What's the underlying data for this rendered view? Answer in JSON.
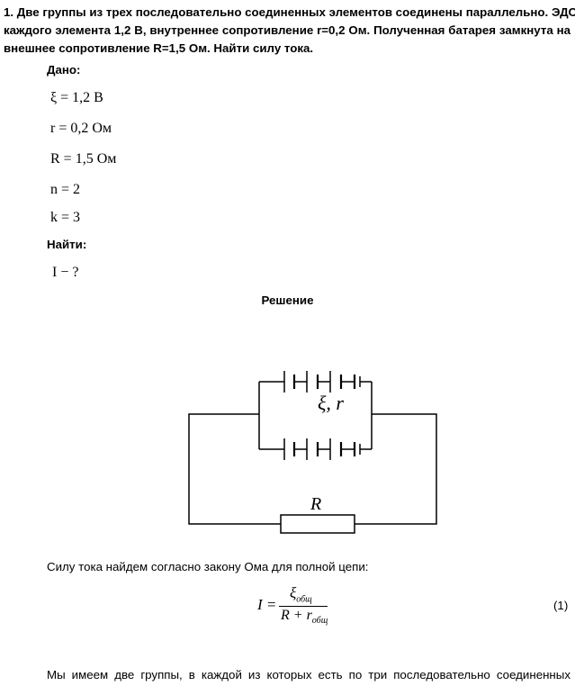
{
  "problem": {
    "lines": [
      "1. Две группы из трех последовательно соединенных элементов соединены параллельно. ЭДС",
      "каждого элемента 1,2 В, внутреннее сопротивление r=0,2 Ом. Полученная батарея замкнута на",
      "внешнее сопротивление R=1,5 Ом. Найти силу тока."
    ]
  },
  "given": {
    "label": "Дано:",
    "emf": "ξ = 1,2 В",
    "r": "r = 0,2 Ом",
    "R": "R = 1,5 Ом",
    "n": "n = 2",
    "k": "k = 3"
  },
  "find": {
    "label": "Найти:",
    "value": "I − ?"
  },
  "solution": {
    "title": "Решение",
    "diagram_label_source": "ξ, r",
    "diagram_label_resistor": "R",
    "ohm_text": "Силу тока найдем согласно закону Ома для полной цепи:",
    "formula_lhs": "I =",
    "formula_num_symbol": "ξ",
    "formula_num_sub": "общ",
    "formula_den_R": "R + r",
    "formula_den_sub": "общ",
    "formula_number": "(1)",
    "continuation": "Мы имеем две группы, в каждой из которых есть по три последовательно соединенных"
  }
}
